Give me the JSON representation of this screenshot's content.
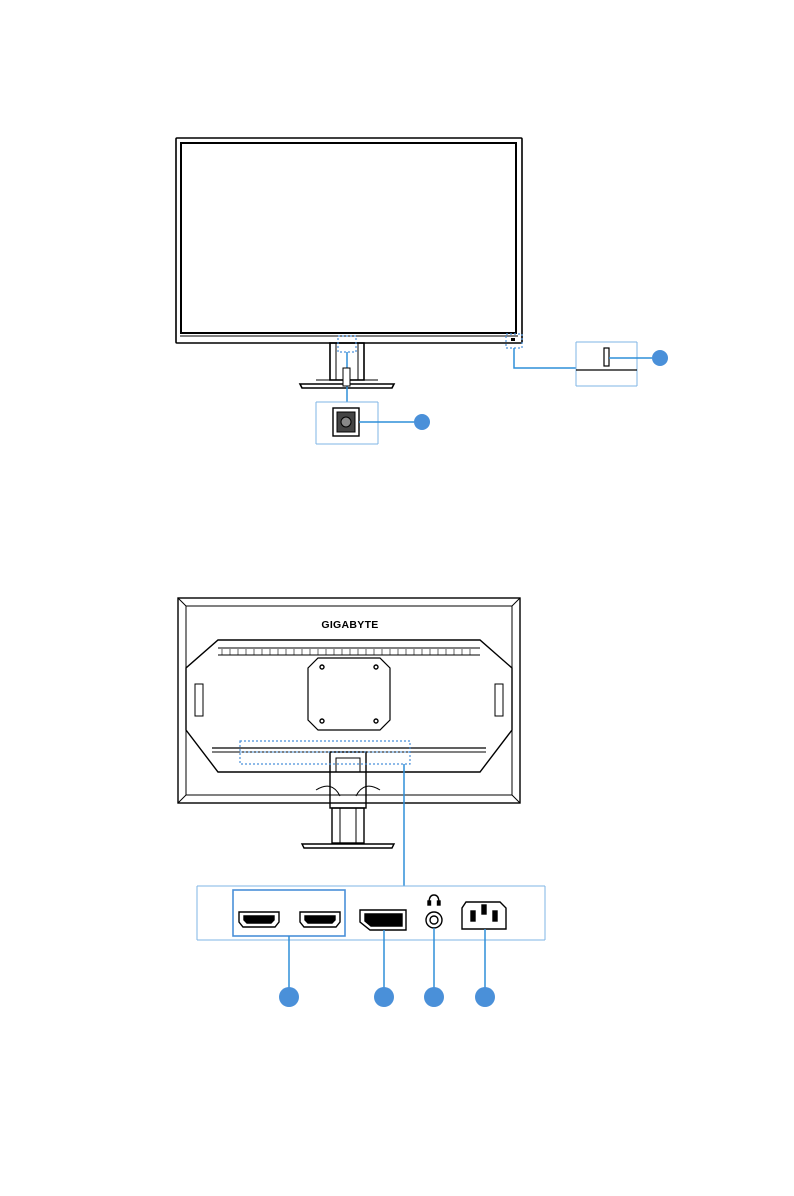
{
  "page": {
    "header_page_number": "",
    "footer_page_number": ""
  },
  "front_view": {
    "name": "front",
    "callouts": [
      {
        "id": "control-button",
        "label": ""
      },
      {
        "id": "power-led",
        "label": ""
      }
    ]
  },
  "rear_view": {
    "name": "rear",
    "brand": "GIGABYTE",
    "callouts": [
      {
        "id": "hdmi-ports",
        "label": ""
      },
      {
        "id": "displayport",
        "label": ""
      },
      {
        "id": "earphone-jack",
        "label": ""
      },
      {
        "id": "ac-in-jack",
        "label": ""
      }
    ]
  },
  "colors": {
    "line": "#000000",
    "accent": "#4a90d9",
    "callout_line": "#2f8fd8",
    "panel_border": "#7fb6e6",
    "background": "#ffffff"
  },
  "icons": {
    "headphone": "headphone-icon",
    "power_plug": "ac-power-icon"
  }
}
